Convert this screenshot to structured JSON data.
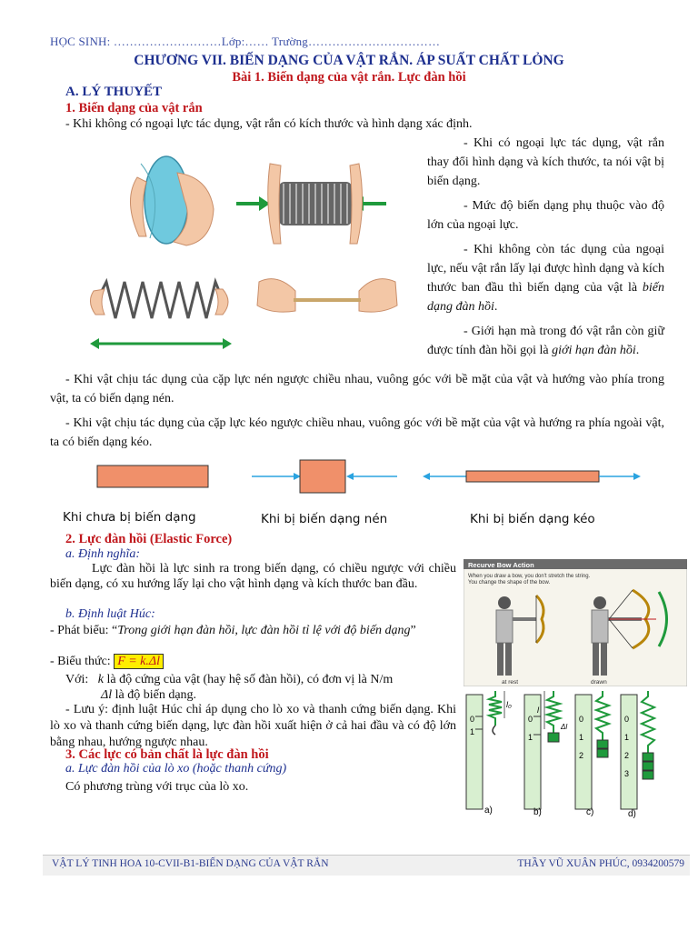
{
  "header": {
    "student_line": "HỌC SINH: ………………………Lớp:…… Trường……………………………",
    "chapter_title": "CHƯƠNG VII. BIẾN DẠNG CỦA VẬT RẮN. ÁP SUẤT CHẤT LỎNG",
    "lesson_title": "Bài 1. Biến dạng của vật rắn. Lực đàn hồi"
  },
  "sectionA": {
    "heading": "A. LÝ THUYẾT",
    "sub1": "1. Biến dạng của vật rắn",
    "line1": "- Khi không có ngoại lực tác dụng, vật rắn có kích thước và hình dạng xác định.",
    "right_p1": "- Khi có ngoại lực tác dụng, vật rắn thay đổi hình dạng và kích thước, ta nói vật bị biến dạng.",
    "right_p2": "- Mức độ biến dạng phụ thuộc vào độ lớn của ngoại lực.",
    "right_p3_a": "- Khi không còn tác dụng của ngoại lực, nếu vật rắn lấy lại được hình dạng và kích thước ban đầu thì biến dạng của vật là ",
    "right_p3_b": "biến dạng đàn hồi",
    "right_p3_c": ".",
    "right_p4_a": "- Giới hạn mà trong đó vật rắn còn giữ được tính đàn hồi gọi là ",
    "right_p4_b": "giới hạn đàn hồi",
    "right_p4_c": ".",
    "press_line": "- Khi vật chịu tác dụng của cặp lực nén ngược chiều nhau, vuông góc với bề mặt của vật và hướng vào phía trong vật, ta có biến dạng nén.",
    "pull_line": "- Khi vật chịu tác dụng của cặp lực kéo ngược chiều nhau, vuông góc với bề mặt của vật và hướng ra phía ngoài vật, ta có biến dạng kéo.",
    "cap_none": "Khi chưa bị biến dạng",
    "cap_press": "Khi bị biến dạng nén",
    "cap_pull": "Khi bị biến dạng kéo"
  },
  "section2": {
    "heading": "2. Lực đàn hồi (Elastic Force)",
    "def_label": "a. Định nghĩa:",
    "def_text": "Lực đàn hồi là lực sinh ra trong biến dạng, có chiều ngược với chiều biến dạng, có xu hướng lấy lại cho vật hình dạng và kích thước ban đầu.",
    "hooke_label": "b. Định luật Húc:",
    "statement_prefix": "- Phát biểu: “",
    "statement_text": "Trong giới hạn đàn hồi, lực đàn hồi tỉ lệ với độ biến dạng",
    "statement_suffix": "”",
    "expr_prefix": "- Biểu thức: ",
    "formula": "F = k.Δl",
    "with_label": "Với:",
    "k_sym": "k",
    "k_text": " là độ cứng của vật (hay hệ số đàn hồi), có đơn vị là N/m",
    "dl_sym": "Δl",
    "dl_text": " là độ biến dạng.",
    "note": "- Lưu ý: định luật Húc chỉ áp dụng cho lò xo và thanh cứng biến dạng. Khi lò xo và thanh cứng biến dạng, lực đàn hồi xuất hiện ở cả hai đầu và có độ lớn bằng nhau, hướng ngược nhau."
  },
  "section3": {
    "heading": "3. Các lực có bản chất là lực đàn hồi",
    "sub_a": "a. Lực đàn hồi của lò xo (hoặc thanh cứng)",
    "sub_a_text": "Có phương trùng với trục của lò xo."
  },
  "bow_figure": {
    "title": "Recurve Bow Action",
    "desc_line1": "When you draw a bow, you don't stretch the string.",
    "desc_line2": "You change the shape of the bow.",
    "label_rest": "at rest",
    "label_drawn": "drawn"
  },
  "spring_figure": {
    "labels": [
      "a)",
      "b)",
      "c)",
      "d)"
    ],
    "l0": "l₀",
    "l": "l",
    "dl": "Δl",
    "scale_a": [
      "0",
      "1"
    ],
    "scale_b": [
      "0",
      "1"
    ],
    "scale_c": [
      "0",
      "1",
      "2"
    ],
    "scale_d": [
      "0",
      "1",
      "2",
      "3"
    ]
  },
  "footer": {
    "left": "VẬT LÝ TINH HOA 10-CVII-B1-BIẾN DẠNG CỦA VẬT RẮN",
    "right": "THẦY VŨ XUÂN PHÚC, 0934200579"
  },
  "colors": {
    "heading_blue": "#1d2f8f",
    "heading_red": "#c0171c",
    "block_fill": "#f0906a",
    "arrow_blue": "#2aa3e0",
    "arrow_green": "#1f9a3c",
    "formula_bg": "#ffee00"
  }
}
